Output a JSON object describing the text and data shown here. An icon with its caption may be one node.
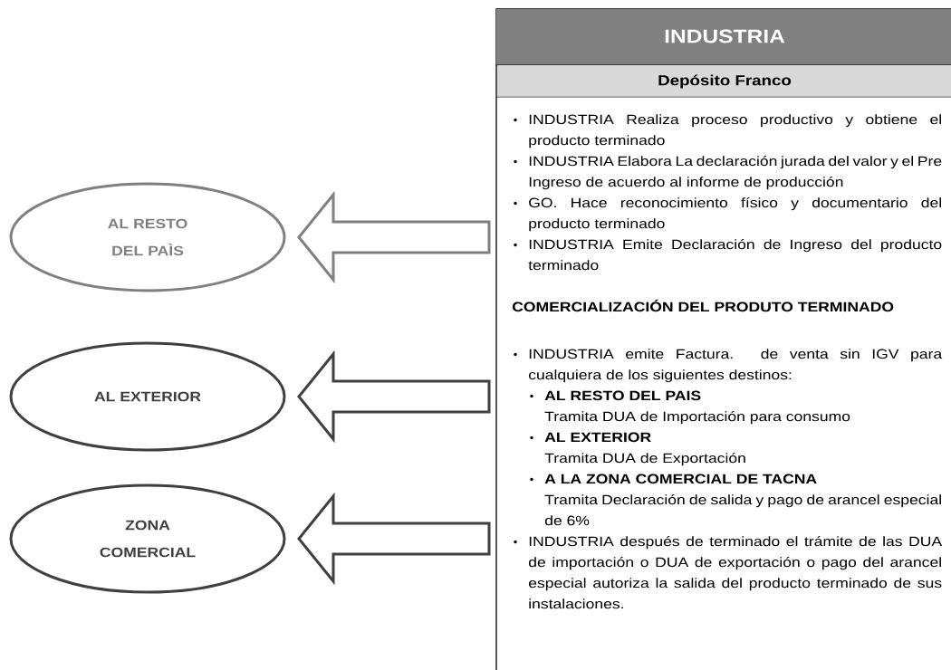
{
  "diagram": {
    "nodes": [
      {
        "text": [
          "INDUSTRIA",
          "Depósito Franco",
          "INDUSTRIA Realiza proceso productivo y obtiene el producto terminado",
          "INDUSTRIA Elabora La declaración jurada del valor y el Pre Ingreso de acuerdo al informe de producción",
          "GO. Hace reconocimiento físico y documentario del producto terminado",
          "INDUSTRIA Emite Declaración de Ingreso del producto terminado",
          "COMERCIALIZACIÓN DEL PRODUTO TERMINADO",
          "INDUSTRIA emite Factura. de venta sin IGV para cualquiera de los siguientes destinos:",
          "AL RESTO DEL PAIS",
          "Tramita DUA de Importación para consumo",
          "AL EXTERIOR",
          "Tramita DUA de Exportación",
          "A LA ZONA COMERCIAL DE TACNA",
          "Tramita Declaración de salida y pago de arancel especial de 6%",
          "INDUSTRIA después de terminado el trámite de las DUA de importación o DUA de exportación o pago del arancel especial autoriza la salida del producto terminado de sus instalaciones."
        ]
      },
      {
        "text": [
          "AL RESTO DEL PAÌS"
        ]
      },
      {
        "text": [
          "AL EXTERIOR"
        ]
      },
      {
        "text": [
          "ZONA COMERCIAL"
        ]
      }
    ],
    "edges": [
      {
        "from": 0,
        "to": 1,
        "arrow": "to",
        "color": "#808080"
      },
      {
        "from": 0,
        "to": 2,
        "arrow": "to"
      },
      {
        "from": 0,
        "to": 3,
        "arrow": "to"
      }
    ]
  }
}
